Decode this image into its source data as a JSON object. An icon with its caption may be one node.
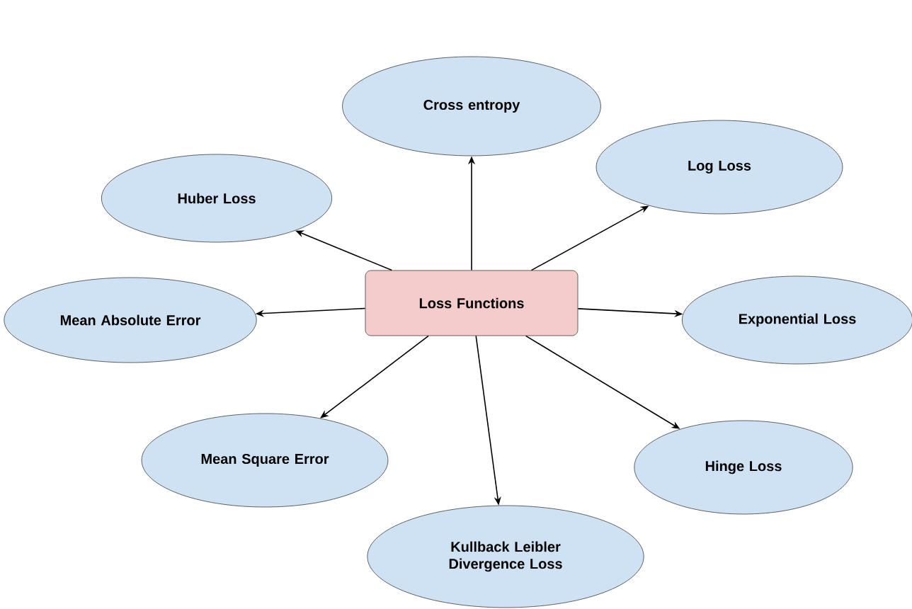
{
  "diagram": {
    "nodes": [
      {
        "text": [
          "Loss Functions"
        ]
      },
      {
        "text": [
          "Cross entropy"
        ]
      },
      {
        "text": [
          "Huber Loss"
        ]
      },
      {
        "text": [
          "Log Loss"
        ]
      },
      {
        "text": [
          "Mean Absolute Error"
        ]
      },
      {
        "text": [
          "Exponential Loss"
        ]
      },
      {
        "text": [
          "Mean Square Error"
        ]
      },
      {
        "text": [
          "Hinge Loss"
        ]
      },
      {
        "text": [
          "Kullback Leibler Divergence Loss"
        ]
      }
    ],
    "edges": [
      {
        "from": 0,
        "to": 1,
        "arrow": "to"
      },
      {
        "from": 0,
        "to": 2,
        "arrow": "to"
      },
      {
        "from": 0,
        "to": 3,
        "arrow": "to"
      },
      {
        "from": 0,
        "to": 4,
        "arrow": "to"
      },
      {
        "from": 0,
        "to": 5,
        "arrow": "to"
      },
      {
        "from": 0,
        "to": 6,
        "arrow": "to"
      },
      {
        "from": 0,
        "to": 7,
        "arrow": "to"
      },
      {
        "from": 0,
        "to": 8,
        "arrow": "to"
      }
    ]
  }
}
